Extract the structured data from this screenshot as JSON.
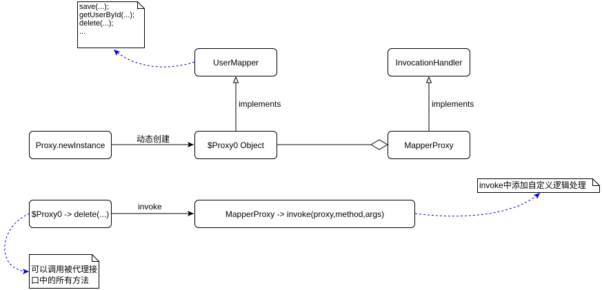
{
  "boxes": {
    "user_mapper": "UserMapper",
    "invocation_handler": "InvocationHandler",
    "proxy_newinstance": "Proxy.newInstance",
    "proxy0_object": "$Proxy0 Object",
    "mapper_proxy": "MapperProxy",
    "proxy0_delete": "$Proxy0 -> delete(...)",
    "mapper_proxy_invoke": "MapperProxy -> invoke(proxy,method,args)"
  },
  "labels": {
    "implements_left": "implements",
    "implements_right": "implements",
    "dynamic_create": "动态创建",
    "invoke": "invoke"
  },
  "notes": {
    "methods": [
      "save(...);",
      "getUserById(...);",
      "delete(...);",
      "..."
    ],
    "invoke_logic": "invoke中添加自定义逻辑处理",
    "call_all_methods": [
      "可以调用被代理接",
      "口中的所有方法"
    ]
  },
  "colors": {
    "stroke": "#000000",
    "dashed_link": "#0000dd"
  }
}
